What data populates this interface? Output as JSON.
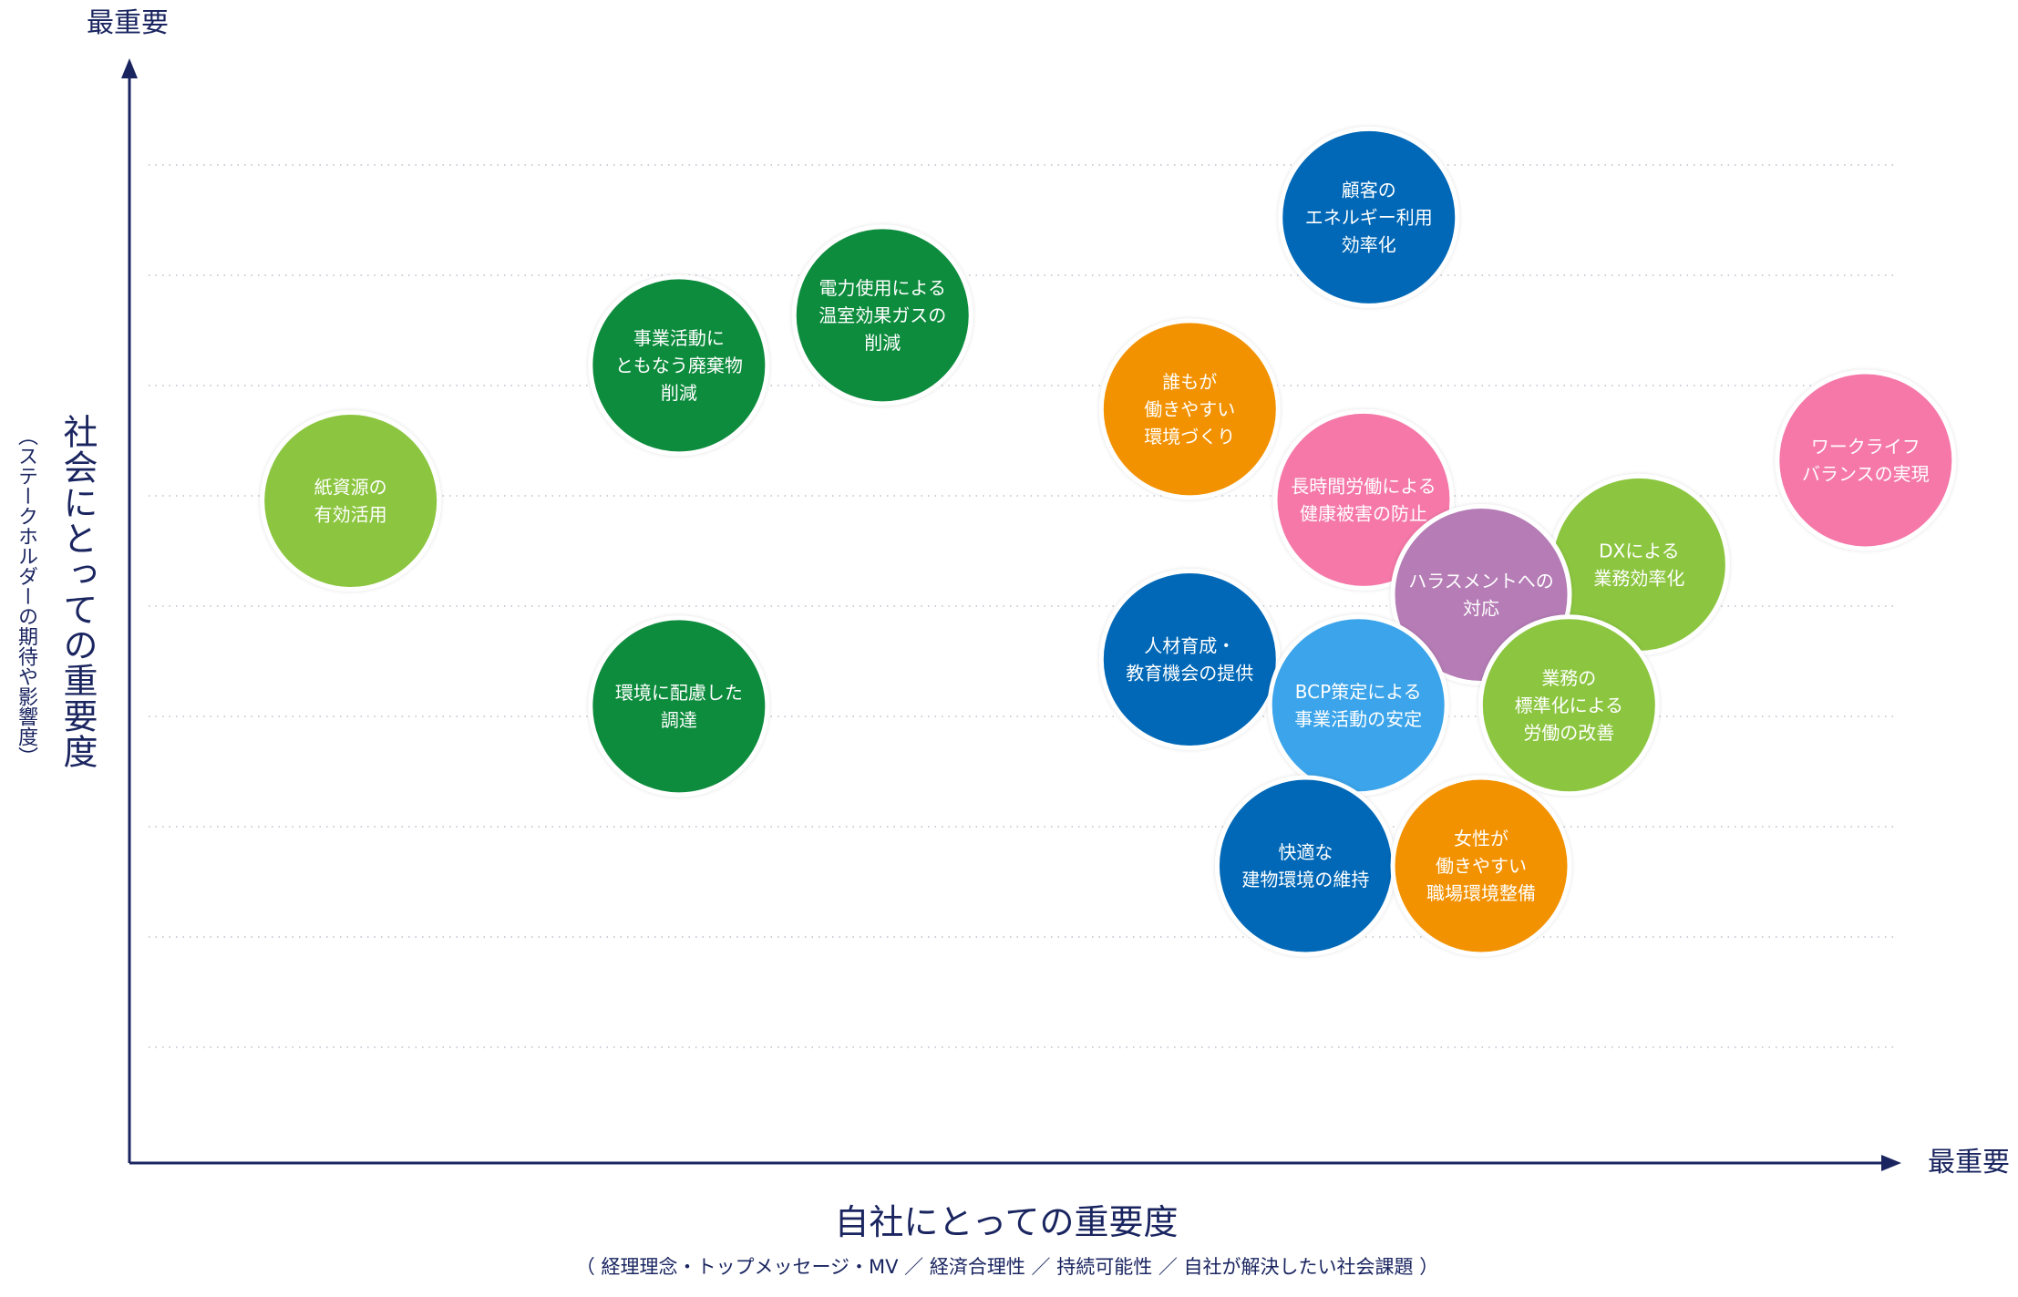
{
  "chart_data": {
    "type": "scatter",
    "title": "",
    "xlabel": "自社にとっての重要度",
    "xlabel_note": "（ 経理理念・トップメッセージ・MV ／ 経済合理性 ／ 持続可能性 ／ 自社が解決したい社会課題 ）",
    "ylabel": "社会にとっての重要度",
    "ylabel_note": "（ステークホルダーの期待や影響度）",
    "x_max_label": "最重要",
    "y_max_label": "最重要",
    "xlim": [
      0,
      100
    ],
    "ylim": [
      0,
      100
    ],
    "grid": "horizontal-dotted",
    "points": [
      {
        "label": [
          "顧客の",
          "エネルギー利用",
          "効率化"
        ],
        "x": 70.6,
        "y": 90.7,
        "color": "#0068b7"
      },
      {
        "label": [
          "電力使用による",
          "温室効果ガスの",
          "削減"
        ],
        "x": 42.9,
        "y": 81.3,
        "color": "#0c8c3e"
      },
      {
        "label": [
          "事業活動に",
          "ともなう廃棄物",
          "削減"
        ],
        "x": 31.3,
        "y": 76.5,
        "color": "#0c8c3e"
      },
      {
        "label": [
          "誰もが",
          "働きやすい",
          "環境づくり"
        ],
        "x": 60.4,
        "y": 72.3,
        "color": "#f39200"
      },
      {
        "label": [
          "ワークライフ",
          "バランスの実現"
        ],
        "x": 98.9,
        "y": 67.4,
        "color": "#f578a8"
      },
      {
        "label": [
          "紙資源の",
          "有効活用"
        ],
        "x": 12.6,
        "y": 63.5,
        "color": "#8cc63f"
      },
      {
        "label": [
          "長時間労働による",
          "健康被害の防止"
        ],
        "x": 70.3,
        "y": 63.6,
        "color": "#f578a8"
      },
      {
        "label": [
          "DXによる",
          "業務効率化"
        ],
        "x": 86.0,
        "y": 57.4,
        "color": "#8cc63f"
      },
      {
        "label": [
          "ハラスメントへの",
          "対応"
        ],
        "x": 77.0,
        "y": 54.5,
        "color": "#b57bb5"
      },
      {
        "label": [
          "人材育成・",
          "教育機会の提供"
        ],
        "x": 60.4,
        "y": 48.3,
        "color": "#0068b7"
      },
      {
        "label": [
          "環境に配慮した",
          "調達"
        ],
        "x": 31.3,
        "y": 43.8,
        "color": "#0c8c3e"
      },
      {
        "label": [
          "BCP策定による",
          "事業活動の安定"
        ],
        "x": 70.0,
        "y": 43.9,
        "color": "#3ba4ea"
      },
      {
        "label": [
          "業務の",
          "標準化による",
          "労働の改善"
        ],
        "x": 82.0,
        "y": 43.9,
        "color": "#8cc63f"
      },
      {
        "label": [
          "快適な",
          "建物環境の維持"
        ],
        "x": 67.0,
        "y": 28.5,
        "color": "#0068b7"
      },
      {
        "label": [
          "女性が",
          "働きやすい",
          "職場環境整備"
        ],
        "x": 77.0,
        "y": 28.5,
        "color": "#f39200"
      }
    ]
  }
}
